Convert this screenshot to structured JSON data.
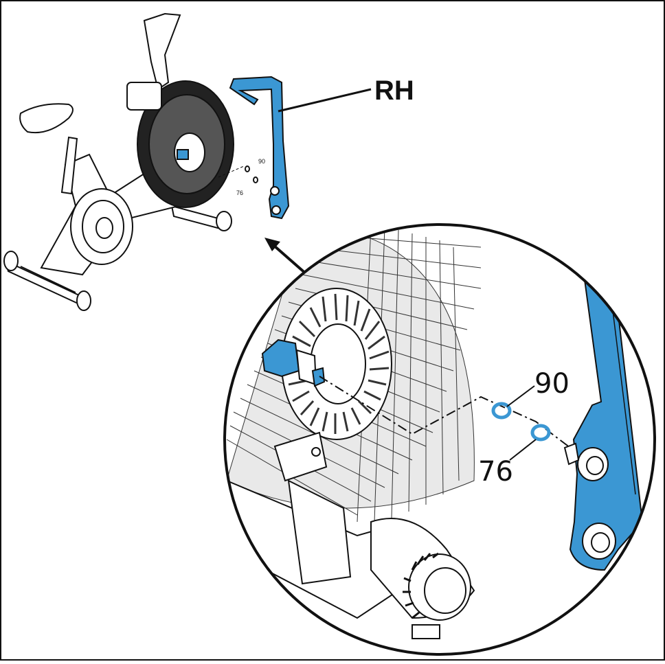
{
  "diagram": {
    "side_label": "RH",
    "parts": {
      "washer_small": "90",
      "washer_large": "76"
    },
    "colors": {
      "highlight": "#3b97d3",
      "line": "#111111",
      "background": "#ffffff"
    }
  }
}
